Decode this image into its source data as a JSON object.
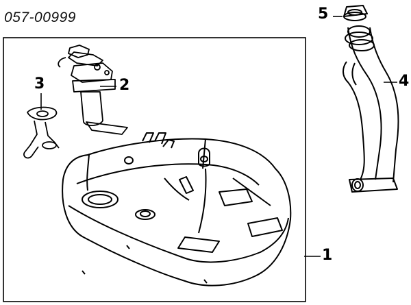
{
  "diagram": {
    "reference_number": "057-00999",
    "callouts": [
      {
        "id": "1",
        "label": "1"
      },
      {
        "id": "2",
        "label": "2"
      },
      {
        "id": "3",
        "label": "3"
      },
      {
        "id": "4",
        "label": "4"
      },
      {
        "id": "5",
        "label": "5"
      }
    ]
  }
}
